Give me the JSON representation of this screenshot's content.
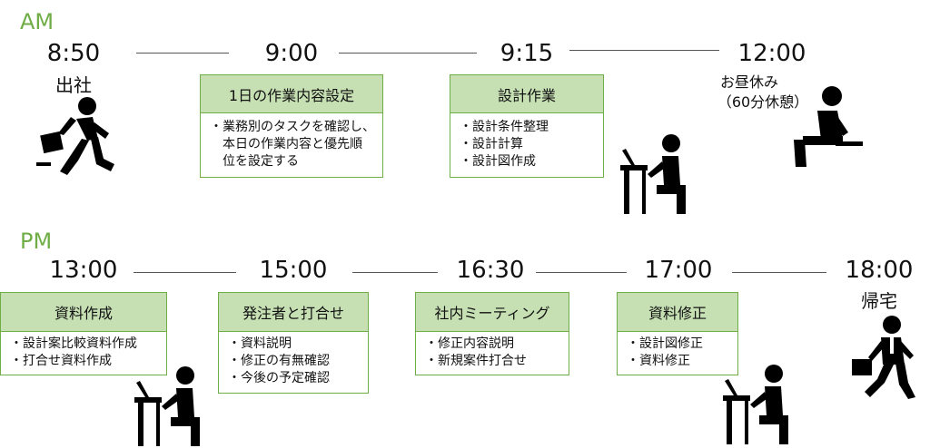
{
  "am_label": "AM",
  "pm_label": "PM",
  "am": {
    "t1": {
      "time": "8:50",
      "label": "出社"
    },
    "t2": {
      "time": "9:00",
      "title": "1日の作業内容設定",
      "items": [
        "・業務別のタスクを確認し、",
        "　本日の作業内容と優先順",
        "　位を設定する"
      ]
    },
    "t3": {
      "time": "9:15",
      "title": "設計作業",
      "items": [
        "・設計条件整理",
        "・設計計算",
        "・設計図作成"
      ]
    },
    "t4": {
      "time": "12:00",
      "label": "お昼休み",
      "note": "（60分休憩）"
    }
  },
  "pm": {
    "t1": {
      "time": "13:00",
      "title": "資料作成",
      "items": [
        "・設計案比較資料作成",
        "・打合せ資料作成"
      ]
    },
    "t2": {
      "time": "15:00",
      "title": "発注者と打合せ",
      "items": [
        "・資料説明",
        "・修正の有無確認",
        "・今後の予定確認"
      ]
    },
    "t3": {
      "time": "16:30",
      "title": "社内ミーティング",
      "items": [
        "・修正内容説明",
        "・新規案件打合せ"
      ]
    },
    "t4": {
      "time": "17:00",
      "title": "資料修正",
      "items": [
        "・設計図修正",
        "・資料修正"
      ]
    },
    "t5": {
      "time": "18:00",
      "label": "帰宅"
    }
  },
  "icons": [
    "running-commuter-icon",
    "desk-worker-icon",
    "resting-person-icon",
    "walking-businessman-icon"
  ],
  "colors": {
    "accent": "#70ad47",
    "box_header": "#c6e0b4"
  }
}
